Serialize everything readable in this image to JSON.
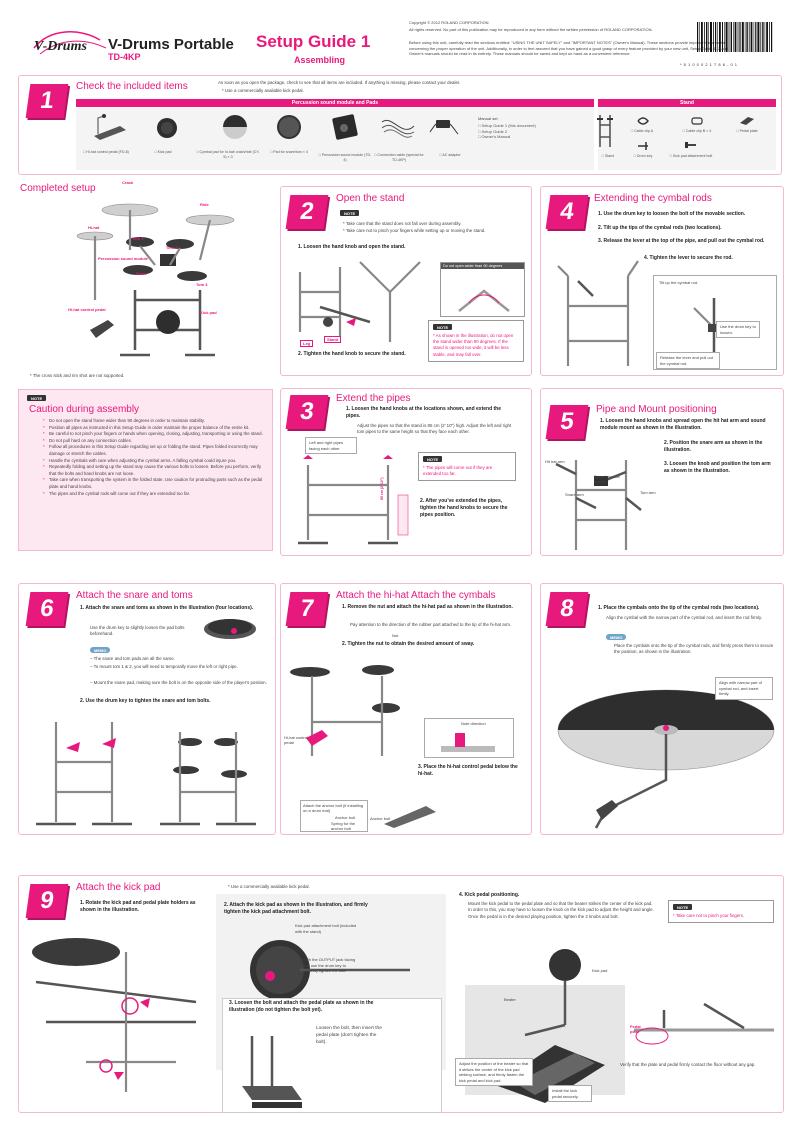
{
  "header": {
    "brand": "V-Drums",
    "product": "V-Drums Portable",
    "model": "TD-4KP",
    "guide_title": "Setup Guide 1",
    "guide_subtitle": "Assembling",
    "copyright": "Copyright © 2012 ROLAND CORPORATION",
    "rights": "All rights reserved. No part of this publication may be reproduced in any form without the written permission of ROLAND CORPORATION.",
    "intro": "Before using this unit, carefully read the sections entitled: \"USING THE UNIT SAFELY\" and \"IMPORTANT NOTES\" (Owner's Manual). These sections provide important information concerning the proper operation of the unit. Additionally, in order to feel assured that you have gained a good grasp of every feature provided by your new unit, Setup Guide 1, 2 and Owner's manuals should be read in its entirety. These manuals should be saved and kept on hand as a convenient reference.",
    "barcode_number": "* 5 1 0 0 0 2 1 7 8 6 - 0 1"
  },
  "section1": {
    "number": "1",
    "title": "Check the included items",
    "intro": "As soon as you open the package, check to see that all items are included. If anything is missing, please contact your dealer.",
    "note": "*  Use a commercially available kick pedal.",
    "group_percussion": "Percussion sound module and Pads",
    "group_stand": "Stand",
    "items": [
      "□  Hi-hat control pedal (FD-8)",
      "□  Kick pad",
      "□  Cymbal pad for hi-hat/ crash/ride (CY-5) × 3",
      "□  Pad for snare/tom × 4",
      "□  Percussion sound module (TD-4)",
      "□  Connection cable (special for TD-4KP)",
      "□  AC adaptor"
    ],
    "manuals_title": "Manual set",
    "manuals": [
      "□  Setup Guide 1 (this document)",
      "□  Setup Guide 2",
      "□  Owner's Manual"
    ],
    "stand_items": [
      "□  Stand",
      "□  Drum key",
      "□  Kick pad attachment bolt",
      "□  Cable clip A",
      "□  Cable clip B × 4",
      "□  Pedal plate"
    ]
  },
  "completed": {
    "title": "Completed setup",
    "labels": {
      "crash": "Crash",
      "ride": "Ride",
      "hihat": "Hi-hat",
      "tom1": "Tom 1",
      "tom2": "Tom 2",
      "module": "Percussion sound module",
      "snare": "Snare",
      "tom3": "Tom 3",
      "hihat_pedal": "Hi-hat control pedal",
      "kick": "Kick pad"
    },
    "footnote": "*  The cross stick and rim shot are not supported."
  },
  "caution": {
    "tag": "NOTE",
    "title": "Caution during assembly",
    "items": [
      "Do not open the stand frame wider than 90 degrees in order to maintain stability.",
      "Position all pipes as instructed in this Setup Guide in order maintain the proper balance of the entire kit.",
      "Be careful to not pinch your fingers or hands when opening, closing, adjusting, transporting  or using the stand.",
      "Do not pull hard on any connection cables.",
      "Follow all procedures in this Setup Guide regarding set up or folding the stand.  Pipes folded incorrectly may damage or stretch the cables.",
      "Handle the cymbals with care when adjusting the cymbal arms.  A falling cymbal could injure you.",
      "Repeatedly folding and setting up the stand may cause the various bolts to loosen. Before you perform, verify that the bolts and hand knobs are not loose.",
      "Take care when transporting the system in the folded state. Use caution for protruding parts such as the pedal plate and hand knobs.",
      "The pipes and the cymbal rods will come out if they are extended too far."
    ]
  },
  "section2": {
    "number": "2",
    "title": "Open the stand",
    "note_tag": "NOTE",
    "notes": [
      "*  Take care that the stand does not fall over during assembly.",
      "*  Take care not to pinch your fingers while setting up or moving the stand."
    ],
    "step1": "1.  Loosen the hand knob and open the stand.",
    "label_angle": "Do not open wider than 90 degrees",
    "label_a": "Leg",
    "label_b": "Stand",
    "step2": "2.  Tighten the hand knob to secure the stand.",
    "note2": "*  As shown in the illustration, do not open the stand wider than 90 degrees. If the stand is opened too wide, it will be less stable, and may fall over."
  },
  "section3": {
    "number": "3",
    "title": "Extend the pipes",
    "step1": "1.  Loosen the hand knobs at the locations shown, and extend the pipes.",
    "step1_desc": "Adjust the pipes so that the stand is 85 cm (2' 10\") high. Adjust the left and right tom pipes to the same height so that they face each other.",
    "callout": "Left and right pipes facing each other",
    "height": "85 cm (2' 10\")",
    "note_tag": "NOTE",
    "note": "*  The pipes will come out if they are extended too far.",
    "step2": "2.  After you've extended the pipes, tighten the hand knobs to secure the pipes position."
  },
  "section4": {
    "number": "4",
    "title": "Extending the cymbal rods",
    "step1": "1.  Use the drum key to loosen the bolt of the movable section.",
    "step2": "2.  Tilt up the tips of the cymbal rods (two locations).",
    "step3": "3.  Release the lever at the top of the pipe, and pull out the cymbal rod.",
    "step4": "4.  Tighten the lever to secure the rod.",
    "callout1": "Tilt up the cymbal rod.",
    "callout2": "Use the drum key to loosen.",
    "callout3": "Release the lever and pull out the cymbal rod."
  },
  "section5": {
    "number": "5",
    "title": "Pipe and Mount positioning",
    "step1": "1.  Loosen the hand knobs and spread open the hit hat arm and sound module mount as shown in the illustration.",
    "step2": "2.  Position the snare arm as shown in the illustration.",
    "step3": "3.  Loosen the knob and position the tom arm as shown in the illustration.",
    "lbl_hihat": "Hit hat arm",
    "lbl_module": "Sound module mount",
    "lbl_snare": "Snare arm",
    "lbl_tom": "Tom arm"
  },
  "section6": {
    "number": "6",
    "title": "Attach the snare and toms",
    "step1": "1.  Attach the snare and toms as shown in the illustration (four locations).",
    "step1_desc": "Use the drum key to slightly loosen the pad bolts beforehand.",
    "memo_tag": "MEMO",
    "memo": [
      "– The snare and tom pads are all the same.",
      "– To mount tom 1 & 2, you will need to temporally move the left or right pipe.",
      "– Mount the snare pad, making sure the bolt is on the opposite side of the player's position."
    ],
    "step2": "2.  Use the drum key to tighten the snare and tom bolts."
  },
  "section7": {
    "number": "7",
    "title": "Attach the hi-hat Attach the cymbals",
    "step1": "1.  Remove the nut and attach the hi-hat pad as shown in the illustration.",
    "step1_desc": "Pay attention to the direction of the rubber part attached to the tip of the hi-hat arm.",
    "lbl_nut": "Nut",
    "step2": "2.  Tighten the nut to obtain the desired amount of sway.",
    "lbl_direction": "Note direction",
    "lbl_pedal": "Hi-hat control pedal",
    "step3": "3.  Place the hi-hat control pedal below the hi-hat.",
    "callout_anchor": "Attach the anchor bolt (if installing on a drum mat)",
    "lbl_anchor": "Anchor bolt",
    "lbl_spring": "Spring for the anchor bolt"
  },
  "section8": {
    "number": "8",
    "title": "",
    "step1": "1.  Place the cymbals onto the tip of the cymbal rods (two locations).",
    "step1_desc": "Align the cymbal with the narrow part of the cymbal rod, and insert the rod firmly.",
    "memo_tag": "MEMO",
    "memo": "Place the cymbals onto the tip of the cymbal rods, and firmly press them to secure the position, as shown in the illustration.",
    "callout": "Align with narrow part of cymbal rod, and insert firmly."
  },
  "section9": {
    "number": "9",
    "title": "Attach the kick pad",
    "note": "*  Use a commercially available kick pedal.",
    "step1": "1.  Rotate the kick pad and pedal plate holders as shown in the illustration.",
    "step2": "2.  Attach the kick pad as shown in the illustration, and firmly tighten the kick pad attachment bolt.",
    "callout_bolt": "Kick pad attachment bolt (included with the stand)",
    "callout_output": "With the OUTPUT jack facing out, use the drum key to securely tighten the bolt.",
    "step3": "3.  Loosen the bolt and attach the pedal plate as shown in the illustration (do not tighten the bolt yet).",
    "step3_desc": "Loosen the bolt, then insert the pedal plate (don't tighten the bolt).",
    "step4": "4.  Kick pedal positioning.",
    "step4_desc": "Mount the kick pedal to the pedal plate and so that the beater strikes the center of the kick pad. In order to this, you may have to loosen the knob on the kick pad to adjust the height and angle. Once the pedal is in the desired playing position, tighten the 2 knobs and bolt.",
    "note_tag": "NOTE",
    "note2": "*  Take care not to pinch your fingers.",
    "lbl_kick": "Kick pad",
    "lbl_beater": "Beater",
    "callout_adjust": "Adjust the position of the beater so that it strikes the center of the kick pad striking surface, and firmly fasten the kick pedal and kick pad.",
    "callout_install": "Install the kick pedal securely.",
    "lbl_plate": "Pedal plate",
    "verify": "Verify that the plate and pedal firmly contact the floor without any gap."
  }
}
